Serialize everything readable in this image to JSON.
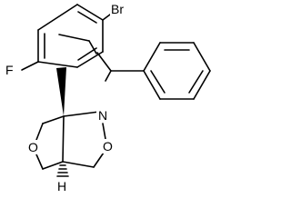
{
  "molecule": {
    "atom_labels": {
      "bromine": "Br",
      "fluorine": "F",
      "nitrogen": "N",
      "oxygen_isoxazolidine": "O",
      "oxygen_furan": "O",
      "hydrogen": "H"
    }
  }
}
